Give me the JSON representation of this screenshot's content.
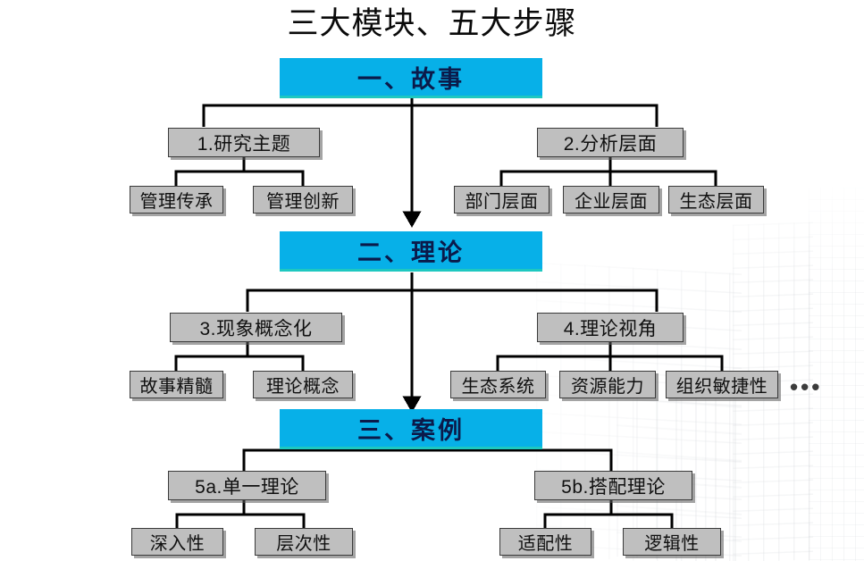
{
  "title": "三大模块、五大步骤",
  "colors": {
    "module_fill": "#07B0E8",
    "module_underline": "#1EC8C0",
    "module_text": "#0b1a4a",
    "box_fill": "#BFBFBF",
    "box_border": "#3a3a3a",
    "connector": "#000000",
    "background": "#ffffff"
  },
  "ellipsis": "•••",
  "modules": [
    {
      "label": "一、故事"
    },
    {
      "label": "二、理论"
    },
    {
      "label": "三、案例"
    }
  ],
  "steps": [
    {
      "label": "1.研究主题"
    },
    {
      "label": "2.分析层面"
    },
    {
      "label": "3.现象概念化"
    },
    {
      "label": "4.理论视角"
    },
    {
      "label": "5a.单一理论"
    },
    {
      "label": "5b.搭配理论"
    }
  ],
  "leaves": [
    {
      "label": "管理传承"
    },
    {
      "label": "管理创新"
    },
    {
      "label": "部门层面"
    },
    {
      "label": "企业层面"
    },
    {
      "label": "生态层面"
    },
    {
      "label": "故事精髓"
    },
    {
      "label": "理论概念"
    },
    {
      "label": "生态系统"
    },
    {
      "label": "资源能力"
    },
    {
      "label": "组织敏捷性"
    },
    {
      "label": "深入性"
    },
    {
      "label": "层次性"
    },
    {
      "label": "适配性"
    },
    {
      "label": "逻辑性"
    }
  ],
  "structure": {
    "module_1": {
      "label": "一、故事",
      "steps": [
        {
          "label": "1.研究主题",
          "children": [
            "管理传承",
            "管理创新"
          ]
        },
        {
          "label": "2.分析层面",
          "children": [
            "部门层面",
            "企业层面",
            "生态层面"
          ]
        }
      ]
    },
    "module_2": {
      "label": "二、理论",
      "steps": [
        {
          "label": "3.现象概念化",
          "children": [
            "故事精髓",
            "理论概念"
          ]
        },
        {
          "label": "4.理论视角",
          "children": [
            "生态系统",
            "资源能力",
            "组织敏捷性",
            "•••"
          ]
        }
      ]
    },
    "module_3": {
      "label": "三、案例",
      "steps": [
        {
          "label": "5a.单一理论",
          "children": [
            "深入性",
            "层次性"
          ]
        },
        {
          "label": "5b.搭配理论",
          "children": [
            "适配性",
            "逻辑性"
          ]
        }
      ]
    }
  }
}
